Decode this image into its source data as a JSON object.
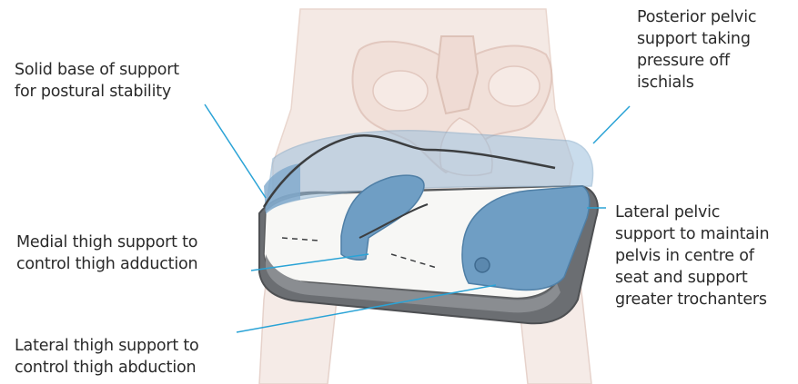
{
  "labels": {
    "solid_base": "Solid base of support\nfor postural stability",
    "posterior_pelvic": "Posterior pelvic\nsupport taking\npressure off\nischials",
    "medial_thigh": "Medial thigh support to\ncontrol thigh adduction",
    "lateral_pelvic": "Lateral pelvic\nsupport to maintain\npelvis in centre of\nseat and support\ngreater trochanters",
    "lateral_thigh": "Lateral thigh support to\ncontrol thigh abduction"
  },
  "colors": {
    "leader_line": "#2aa3d6",
    "cushion_blue": "#6f9ec4",
    "cushion_base": "#6b6e72",
    "body_tint": "#ead7cf"
  }
}
